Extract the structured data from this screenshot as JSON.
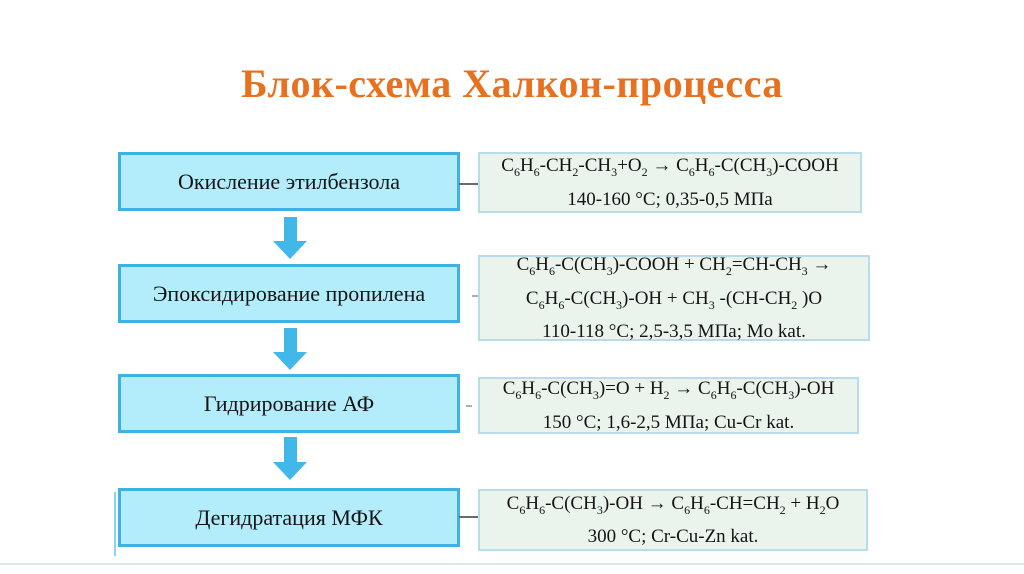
{
  "title": "Блок-схема Халкон-процесса",
  "colors": {
    "title_orange": "#e8711f",
    "block_fill": "#b3ecfa",
    "block_border": "#3fb2e4",
    "arrow_blue": "#42b7ea",
    "formula_fill": "#eaf3ec",
    "formula_border": "#b9dcea",
    "connector_gray": "#6b6b6b"
  },
  "steps": [
    {
      "label": "Окисление этилбензола",
      "formula_lines": [
        "C_6H_6-CH_2-CH_3+O_2 → C_6H_6-C(CH_3)-COOH",
        "140-160 °C; 0,35-0,5 МПа"
      ]
    },
    {
      "label": "Эпоксидирование пропилена",
      "formula_lines": [
        "C_6H_6-C(CH_3)-COOH + CH_2=CH-CH_3 →",
        "C_6H_6-C(CH_3)-OH + CH_3 -(CH-CH_2 )O",
        "110-118 °C; 2,5-3,5 МПа; Mo kat."
      ]
    },
    {
      "label": "Гидрирование АФ",
      "formula_lines": [
        "C_6H_6-C(CH_3)=O + H_2 → C_6H_6-C(CH_3)-OH",
        "150 °C; 1,6-2,5 МПа; Cu-Cr kat."
      ]
    },
    {
      "label": "Дегидратация МФК",
      "formula_lines": [
        "C_6H_6-C(CH_3)-OH → C_6H_6-CH=CH_2  + H_2O",
        "300 °C; Cr-Cu-Zn kat."
      ]
    }
  ]
}
